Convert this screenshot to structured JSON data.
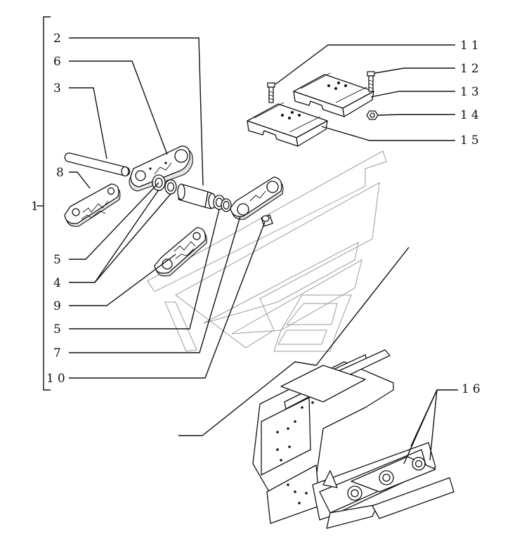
{
  "callouts": {
    "c1": "1",
    "c2": "2",
    "c3": "3",
    "c4": "4",
    "c5a": "5",
    "c5b": "5",
    "c6": "6",
    "c7": "7",
    "c8": "8",
    "c9": "9",
    "c10": "10",
    "c11": "11",
    "c12": "12",
    "c13": "13",
    "c14": "14",
    "c15": "15",
    "c16": "16"
  },
  "colors": {
    "ink": "#111111",
    "watermark": "#9a9a9a",
    "background": "#ffffff"
  }
}
